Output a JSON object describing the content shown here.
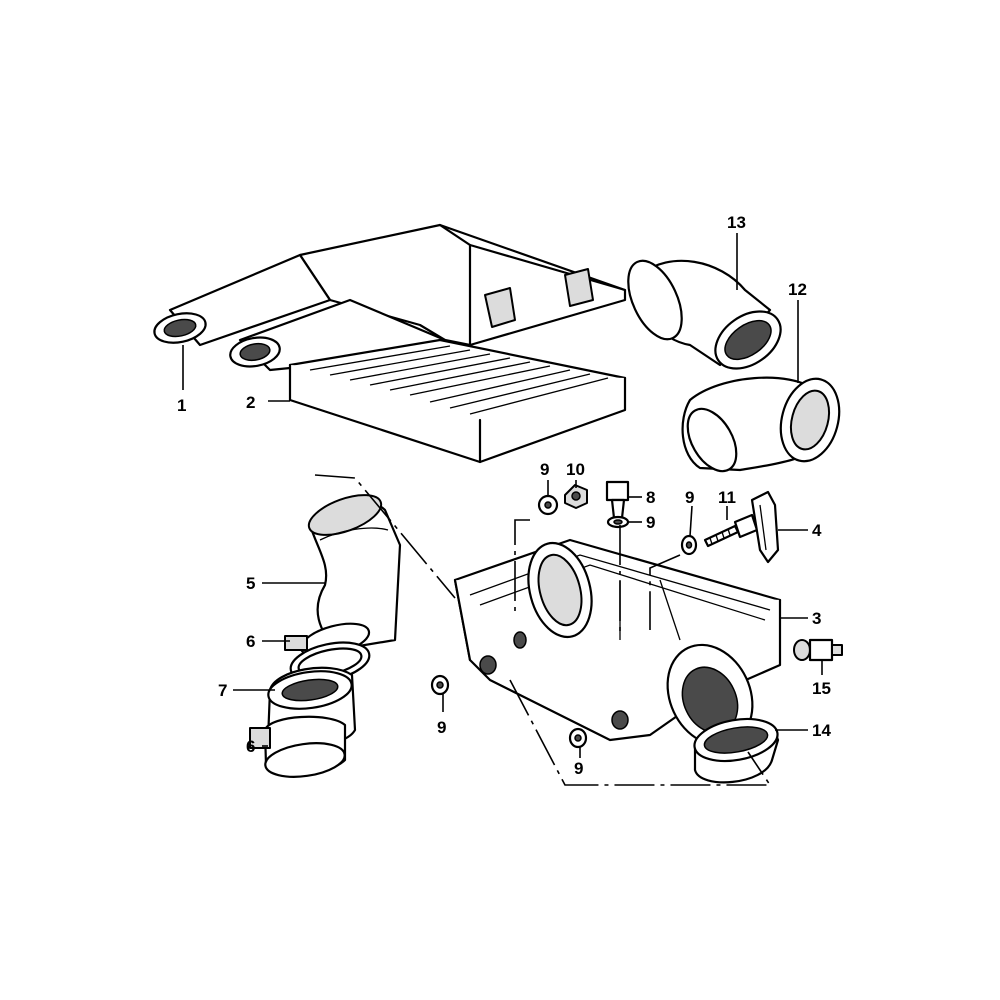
{
  "callouts": {
    "c1": "1",
    "c2": "2",
    "c3": "3",
    "c4": "4",
    "c5": "5",
    "c6a": "6",
    "c6b": "6",
    "c7": "7",
    "c8": "8",
    "c9a": "9",
    "c9b": "9",
    "c9c": "9",
    "c9d": "9",
    "c9e": "9",
    "c10": "10",
    "c11": "11",
    "c12": "12",
    "c13": "13",
    "c14": "14",
    "c15": "15"
  }
}
